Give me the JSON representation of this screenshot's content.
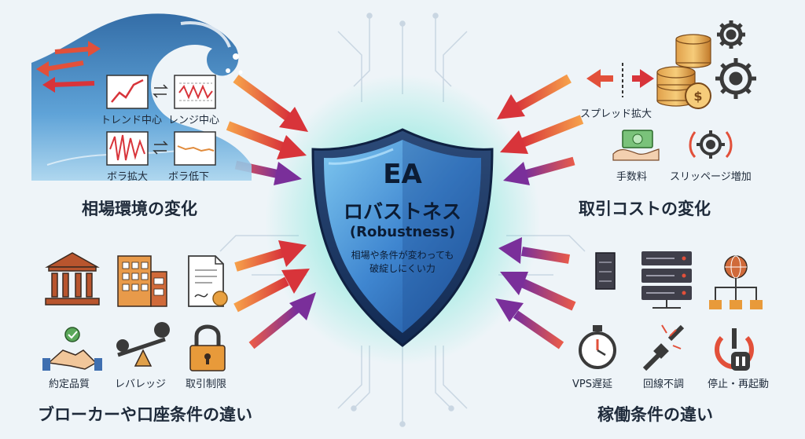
{
  "shield": {
    "title": "EA",
    "subtitle": "ロバストネス",
    "english": "(Robustness)",
    "tagline_line1": "相場や条件が変わっても",
    "tagline_line2": "破綻しにくい力"
  },
  "market": {
    "heading": "相場環境の変化",
    "trend": "トレンド中心",
    "range": "レンジ中心",
    "vol_up": "ボラ拡大",
    "vol_down": "ボラ低下"
  },
  "cost": {
    "heading": "取引コストの変化",
    "spread": "スプレッド拡大",
    "commission": "手数料",
    "slippage": "スリッページ増加"
  },
  "broker": {
    "heading": "ブローカーや口座条件の違い",
    "execution": "約定品質",
    "leverage": "レバレッジ",
    "restriction": "取引制限"
  },
  "ops": {
    "heading": "稼働条件の違い",
    "vps": "VPS遅延",
    "line": "回線不調",
    "stop": "停止・再起動"
  },
  "colors": {
    "shield_glow": "#3fe0c8",
    "shield_blue": "#2f6fc0",
    "arrow_red": "#e2503a",
    "arrow_purple": "#8a3a9a",
    "wave_blue": "#3d86c6"
  }
}
